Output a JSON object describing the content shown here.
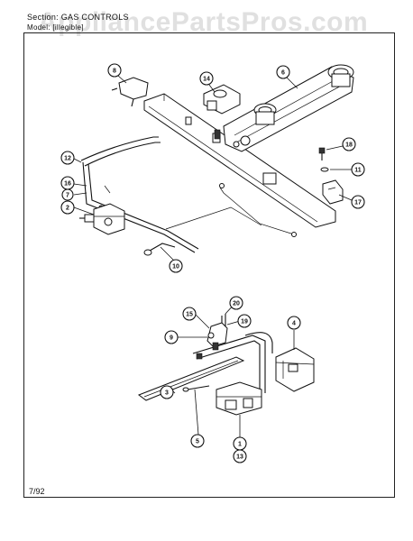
{
  "watermark": "AppliancePartsPros.com",
  "header": {
    "section": "Section:  GAS CONTROLS",
    "model": "Model: [illegible]"
  },
  "footer": {
    "date": "7/92"
  },
  "callouts": [
    "8",
    "14",
    "6",
    "18",
    "11",
    "17",
    "12",
    "16",
    "7",
    "2",
    "10",
    "20",
    "15",
    "19",
    "9",
    "4",
    "3",
    "5",
    "1",
    "13"
  ]
}
